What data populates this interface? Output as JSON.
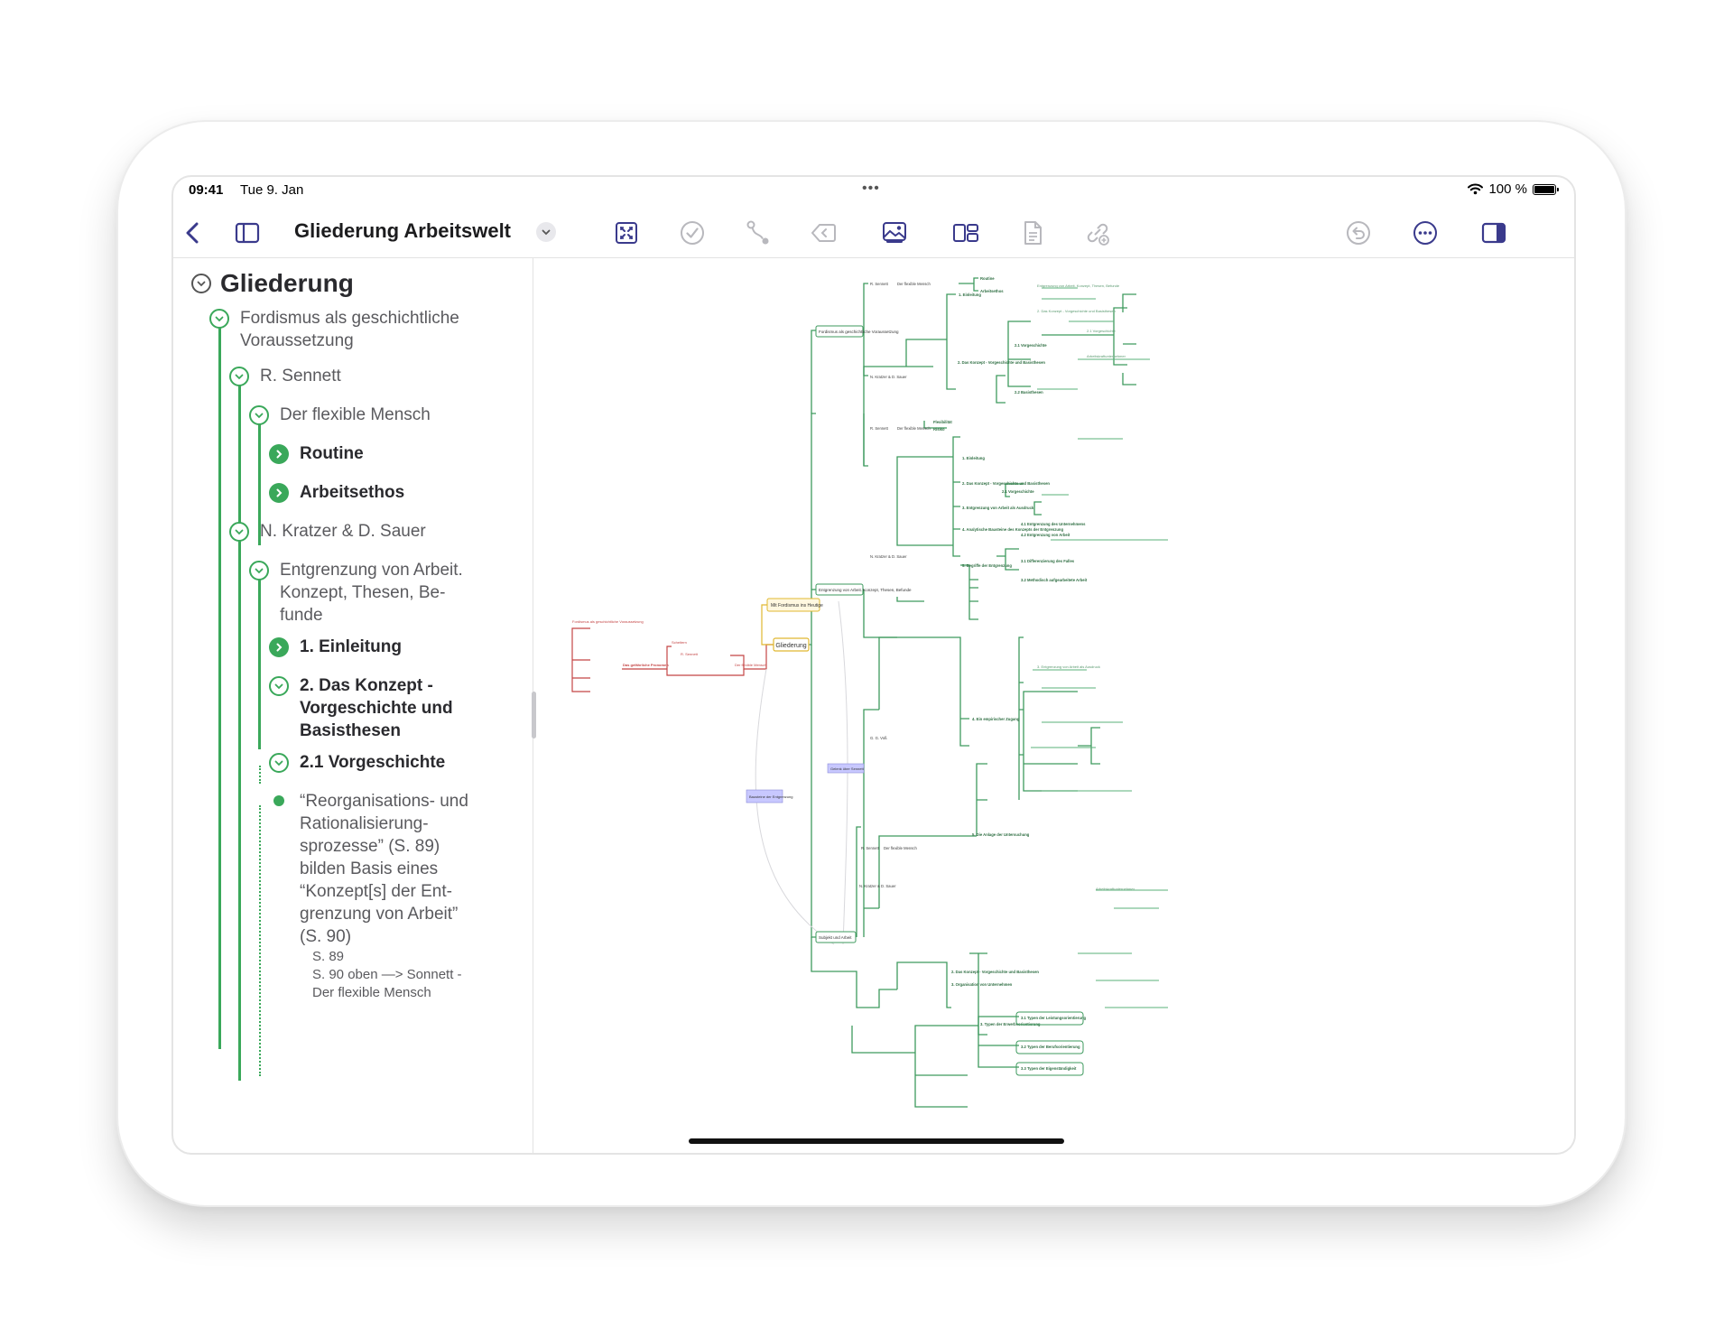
{
  "status_bar": {
    "time": "09:41",
    "date": "Tue 9. Jan",
    "multitask": "•••",
    "battery_text": "100 %"
  },
  "toolbar": {
    "title": "Gliederung Arbeitswelt",
    "icons": [
      "back-chevron-icon",
      "sidebar-icon",
      "title-dropdown-icon",
      "focus-icon",
      "checkmark-icon",
      "relationship-icon",
      "tag-icon",
      "image-icon",
      "layout-icon",
      "document-icon",
      "link-add-icon",
      "undo-icon",
      "more-icon",
      "inspector-icon"
    ],
    "accent_color": "#3a3a8c"
  },
  "outline": {
    "root": "Gliederung",
    "items": [
      {
        "text": "Fordismus als geschichtliche Voraussetzung"
      },
      {
        "text": "R. Sennett"
      },
      {
        "text": "Der flexible Mensch"
      },
      {
        "text": "Routine"
      },
      {
        "text": "Arbeitsethos"
      },
      {
        "text": "N. Kratzer & D. Sauer"
      },
      {
        "text": "Entgrenzung von Arbeit. Konzept, Thesen, Be-funde"
      },
      {
        "text": "1. Einleitung"
      },
      {
        "text": "2. Das Konzept - Vorgeschichte und Basisthesen"
      },
      {
        "text": "2.1 Vorgeschichte"
      },
      {
        "text": "“Reorganisations- und Rationalisierung-sprozesse” (S. 89) bilden Basis eines “Konzept[s] der Ent-grenzung von Arbeit” (S. 90)"
      }
    ],
    "note_lines": [
      "S. 89",
      "S. 90  oben —> Sonnett -",
      "Der flexible Mensch"
    ],
    "line_color": "#3aa85a"
  },
  "mindmap": {
    "central": "Gliederung",
    "labels": {
      "routine": "Routine",
      "arbeitsethos": "Arbeitsethos",
      "einleitung": "1. Einleitung",
      "vorgeschichte": "2.1 Vorgeschichte",
      "basisthesen": "2.2 Basisthesen",
      "flexibilitaet": "Flexibilität",
      "risiko": "Risiko",
      "scheitern": "Scheitern",
      "gesellschaft": "Das gefährliche Pronomen",
      "sennett": "R. Sennett",
      "kratzer": "N. Kratzer & D. Sauer",
      "voss": "G. G. Voß",
      "toeven": "Mit Fordismus ins Heutige",
      "fordismus": "Fordismus als geschichtliche Voraussetzung",
      "entgrenzung": "Entgrenzung von Arbeit. Konzept, Thesen, Befunde",
      "sennett_flex": "Der flexible Mensch",
      "subjekt": "Subjekt und Arbeit",
      "arbeitskraft": "Arbeitskraftunternehmer",
      "typen": "3. Typen der Erwerbsorientierung",
      "typ31": "3.1 Typen der Leistungsorientierung",
      "typ32": "3.2 Typen der Berufsorientierung",
      "typ33": "3.3 Typen der Eigenständigkeit",
      "empirie": "4. Ein empirischer Zugang",
      "anlage": "5. Die Anlage der Untersuchung",
      "dimension31": "3.1 Differenzierung des Falles",
      "methode": "3.2 Methodisch aufgearbeitete Arbeit",
      "analyse": "4. Analytische Bausteine des Konzepts der Entgrenzung",
      "begriffe": "5. Begriffe der Entgrenzung",
      "entg_arbeit": "3. Entgrenzung von Arbeit als Ausdruck",
      "erg41": "4.1 Entgrenzung des Unternehmens",
      "erg42": "4.2 Entgrenzung von Arbeit",
      "konzept": "2. Das Konzept - Vorgeschichte und Basisthesen",
      "orga": "3. Organisation von Unternehmen",
      "highlight1": "Gelenk über Sennett",
      "highlight2": "Bausteine der Entgrenzung"
    }
  }
}
